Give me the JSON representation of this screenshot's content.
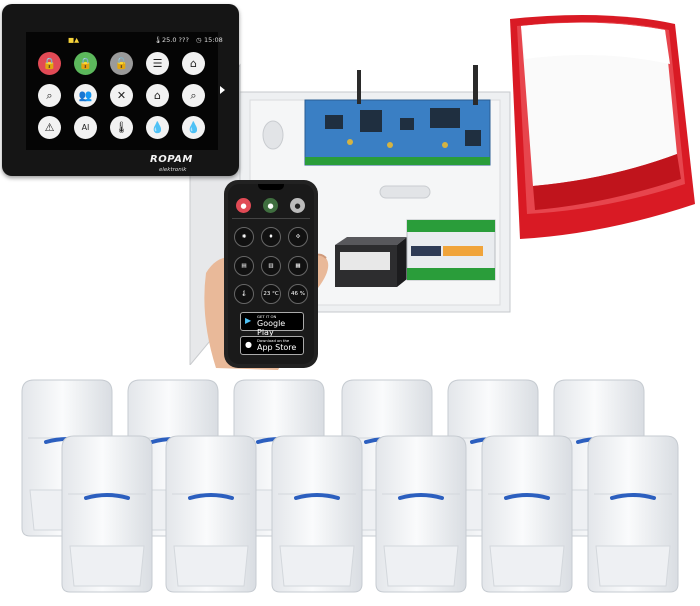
{
  "keypad": {
    "temperature": "25.0 ???",
    "time": "15:08",
    "brand": "ROPAM",
    "brand_sub": "elektronik",
    "icons_row1": [
      "lock-open-icon",
      "lock-green-icon",
      "lock-grey-icon",
      "menu-list-icon",
      "home-icon"
    ],
    "icons_row2": [
      "search-icon",
      "users-icon",
      "tools-icon",
      "house-settings-icon",
      "zoom-icon"
    ],
    "icons_row3": [
      "warning-icon",
      "chart-icon",
      "thermometer-icon",
      "humidity-icon",
      "water-drop-icon"
    ],
    "row3_mid_text": "AI"
  },
  "phone": {
    "temp_label": "23 °C",
    "humidity_label": "46 %",
    "google_play_small": "GET IT ON",
    "google_play_big": "Google Play",
    "app_store_small": "Download on the",
    "app_store_big": "App Store"
  },
  "colors": {
    "keypad_body": "#151515",
    "siren_red": "#e0202a",
    "board_blue": "#3a7fc4",
    "pcb_green": "#2a9d3a",
    "detector_white": "#f6f7f9",
    "detector_lens_blue": "#2c5fbf"
  },
  "detectors": {
    "count": 12
  }
}
